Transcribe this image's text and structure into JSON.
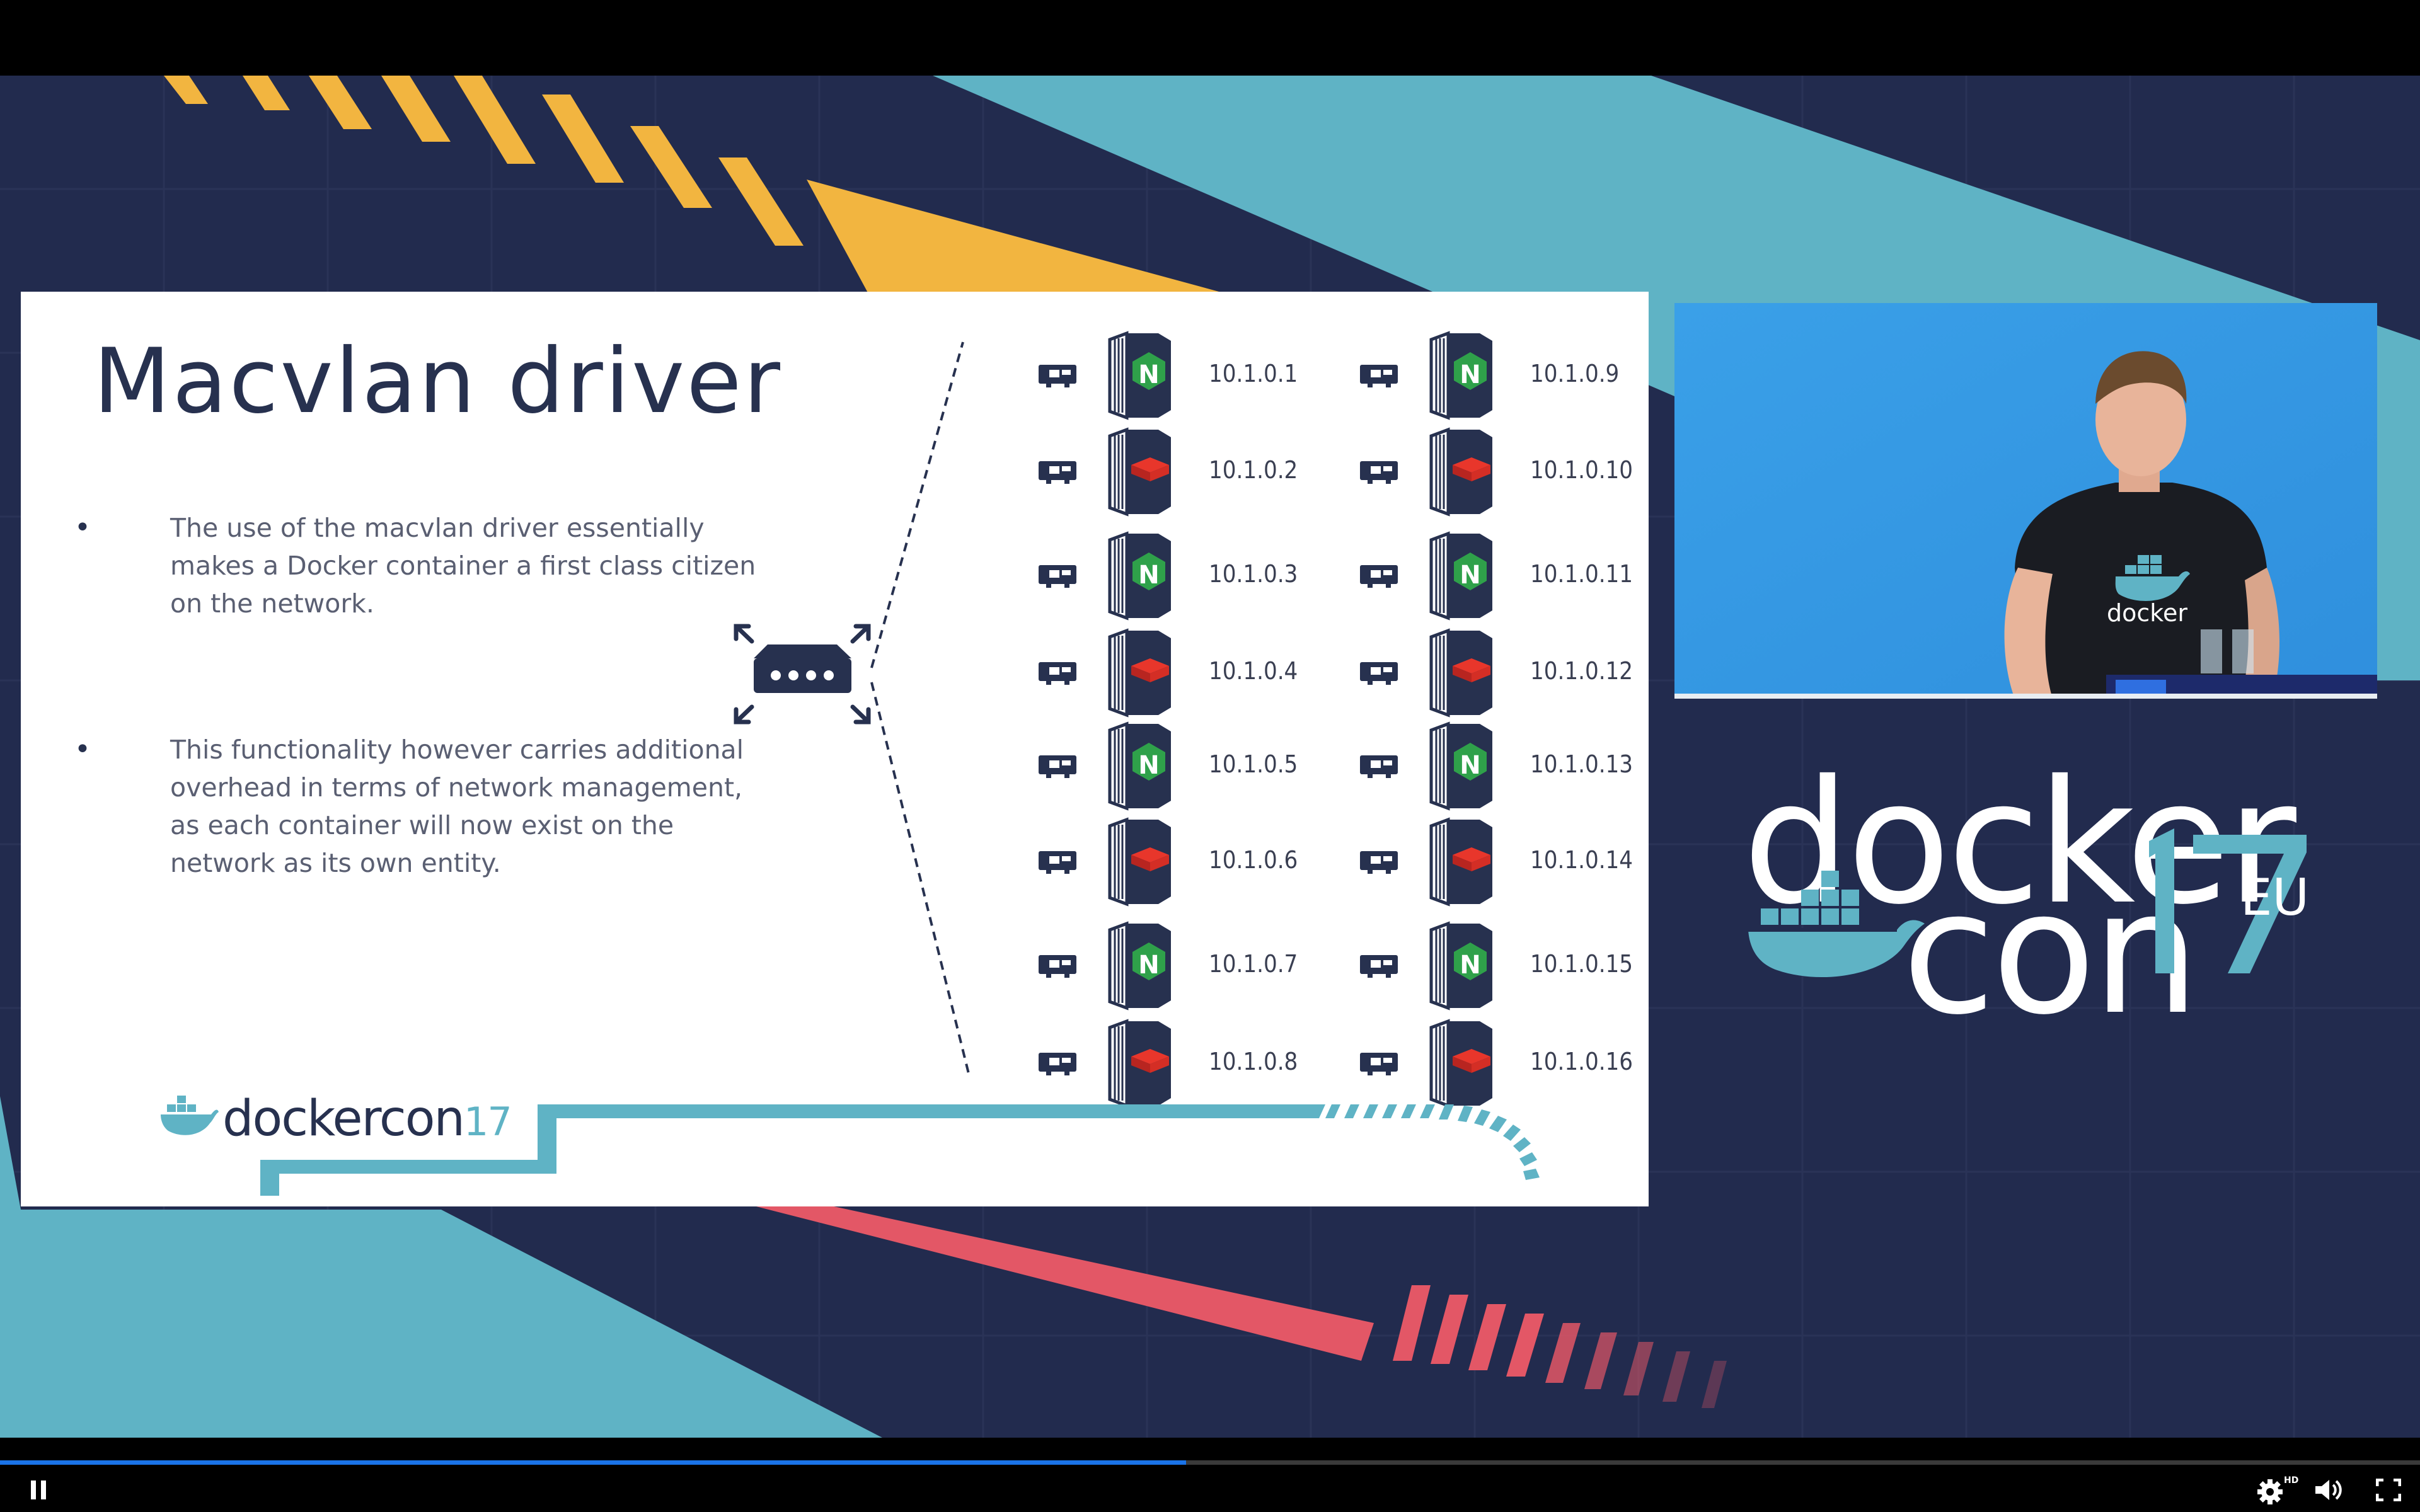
{
  "slide": {
    "title": "Macvlan driver",
    "bullets": [
      "The use of the macvlan driver essentially makes a Docker container a first class citizen on the network.",
      "This functionality however carries additional overhead in terms of network management, as each container will now exist on the network as its own entity."
    ],
    "containers": [
      {
        "ip": "10.1.0.1",
        "app": "nginx"
      },
      {
        "ip": "10.1.0.2",
        "app": "redis"
      },
      {
        "ip": "10.1.0.3",
        "app": "nginx"
      },
      {
        "ip": "10.1.0.4",
        "app": "redis"
      },
      {
        "ip": "10.1.0.5",
        "app": "nginx"
      },
      {
        "ip": "10.1.0.6",
        "app": "redis"
      },
      {
        "ip": "10.1.0.7",
        "app": "nginx"
      },
      {
        "ip": "10.1.0.8",
        "app": "redis"
      },
      {
        "ip": "10.1.0.9",
        "app": "nginx"
      },
      {
        "ip": "10.1.0.10",
        "app": "redis"
      },
      {
        "ip": "10.1.0.11",
        "app": "nginx"
      },
      {
        "ip": "10.1.0.12",
        "app": "redis"
      },
      {
        "ip": "10.1.0.13",
        "app": "nginx"
      },
      {
        "ip": "10.1.0.14",
        "app": "redis"
      },
      {
        "ip": "10.1.0.15",
        "app": "nginx"
      },
      {
        "ip": "10.1.0.16",
        "app": "redis"
      }
    ],
    "logo_text": "dockercon",
    "logo_sup": "17",
    "nginx_letter": "N"
  },
  "brand": {
    "docker": "docker",
    "con": "con",
    "year": "17",
    "region": "EU",
    "shirt_text": "docker"
  },
  "player": {
    "progress": 0.49,
    "play_state": "playing",
    "hd_badge": "HD",
    "icons": [
      "pause-icon",
      "settings-icon",
      "volume-icon",
      "fullscreen-icon"
    ]
  },
  "colors": {
    "navy": "#222b4e",
    "teal": "#5fb3c5",
    "yellow": "#f2b540",
    "red": "#e35766",
    "slide_text": "#27314f",
    "accent_blue": "#1a73e8"
  }
}
